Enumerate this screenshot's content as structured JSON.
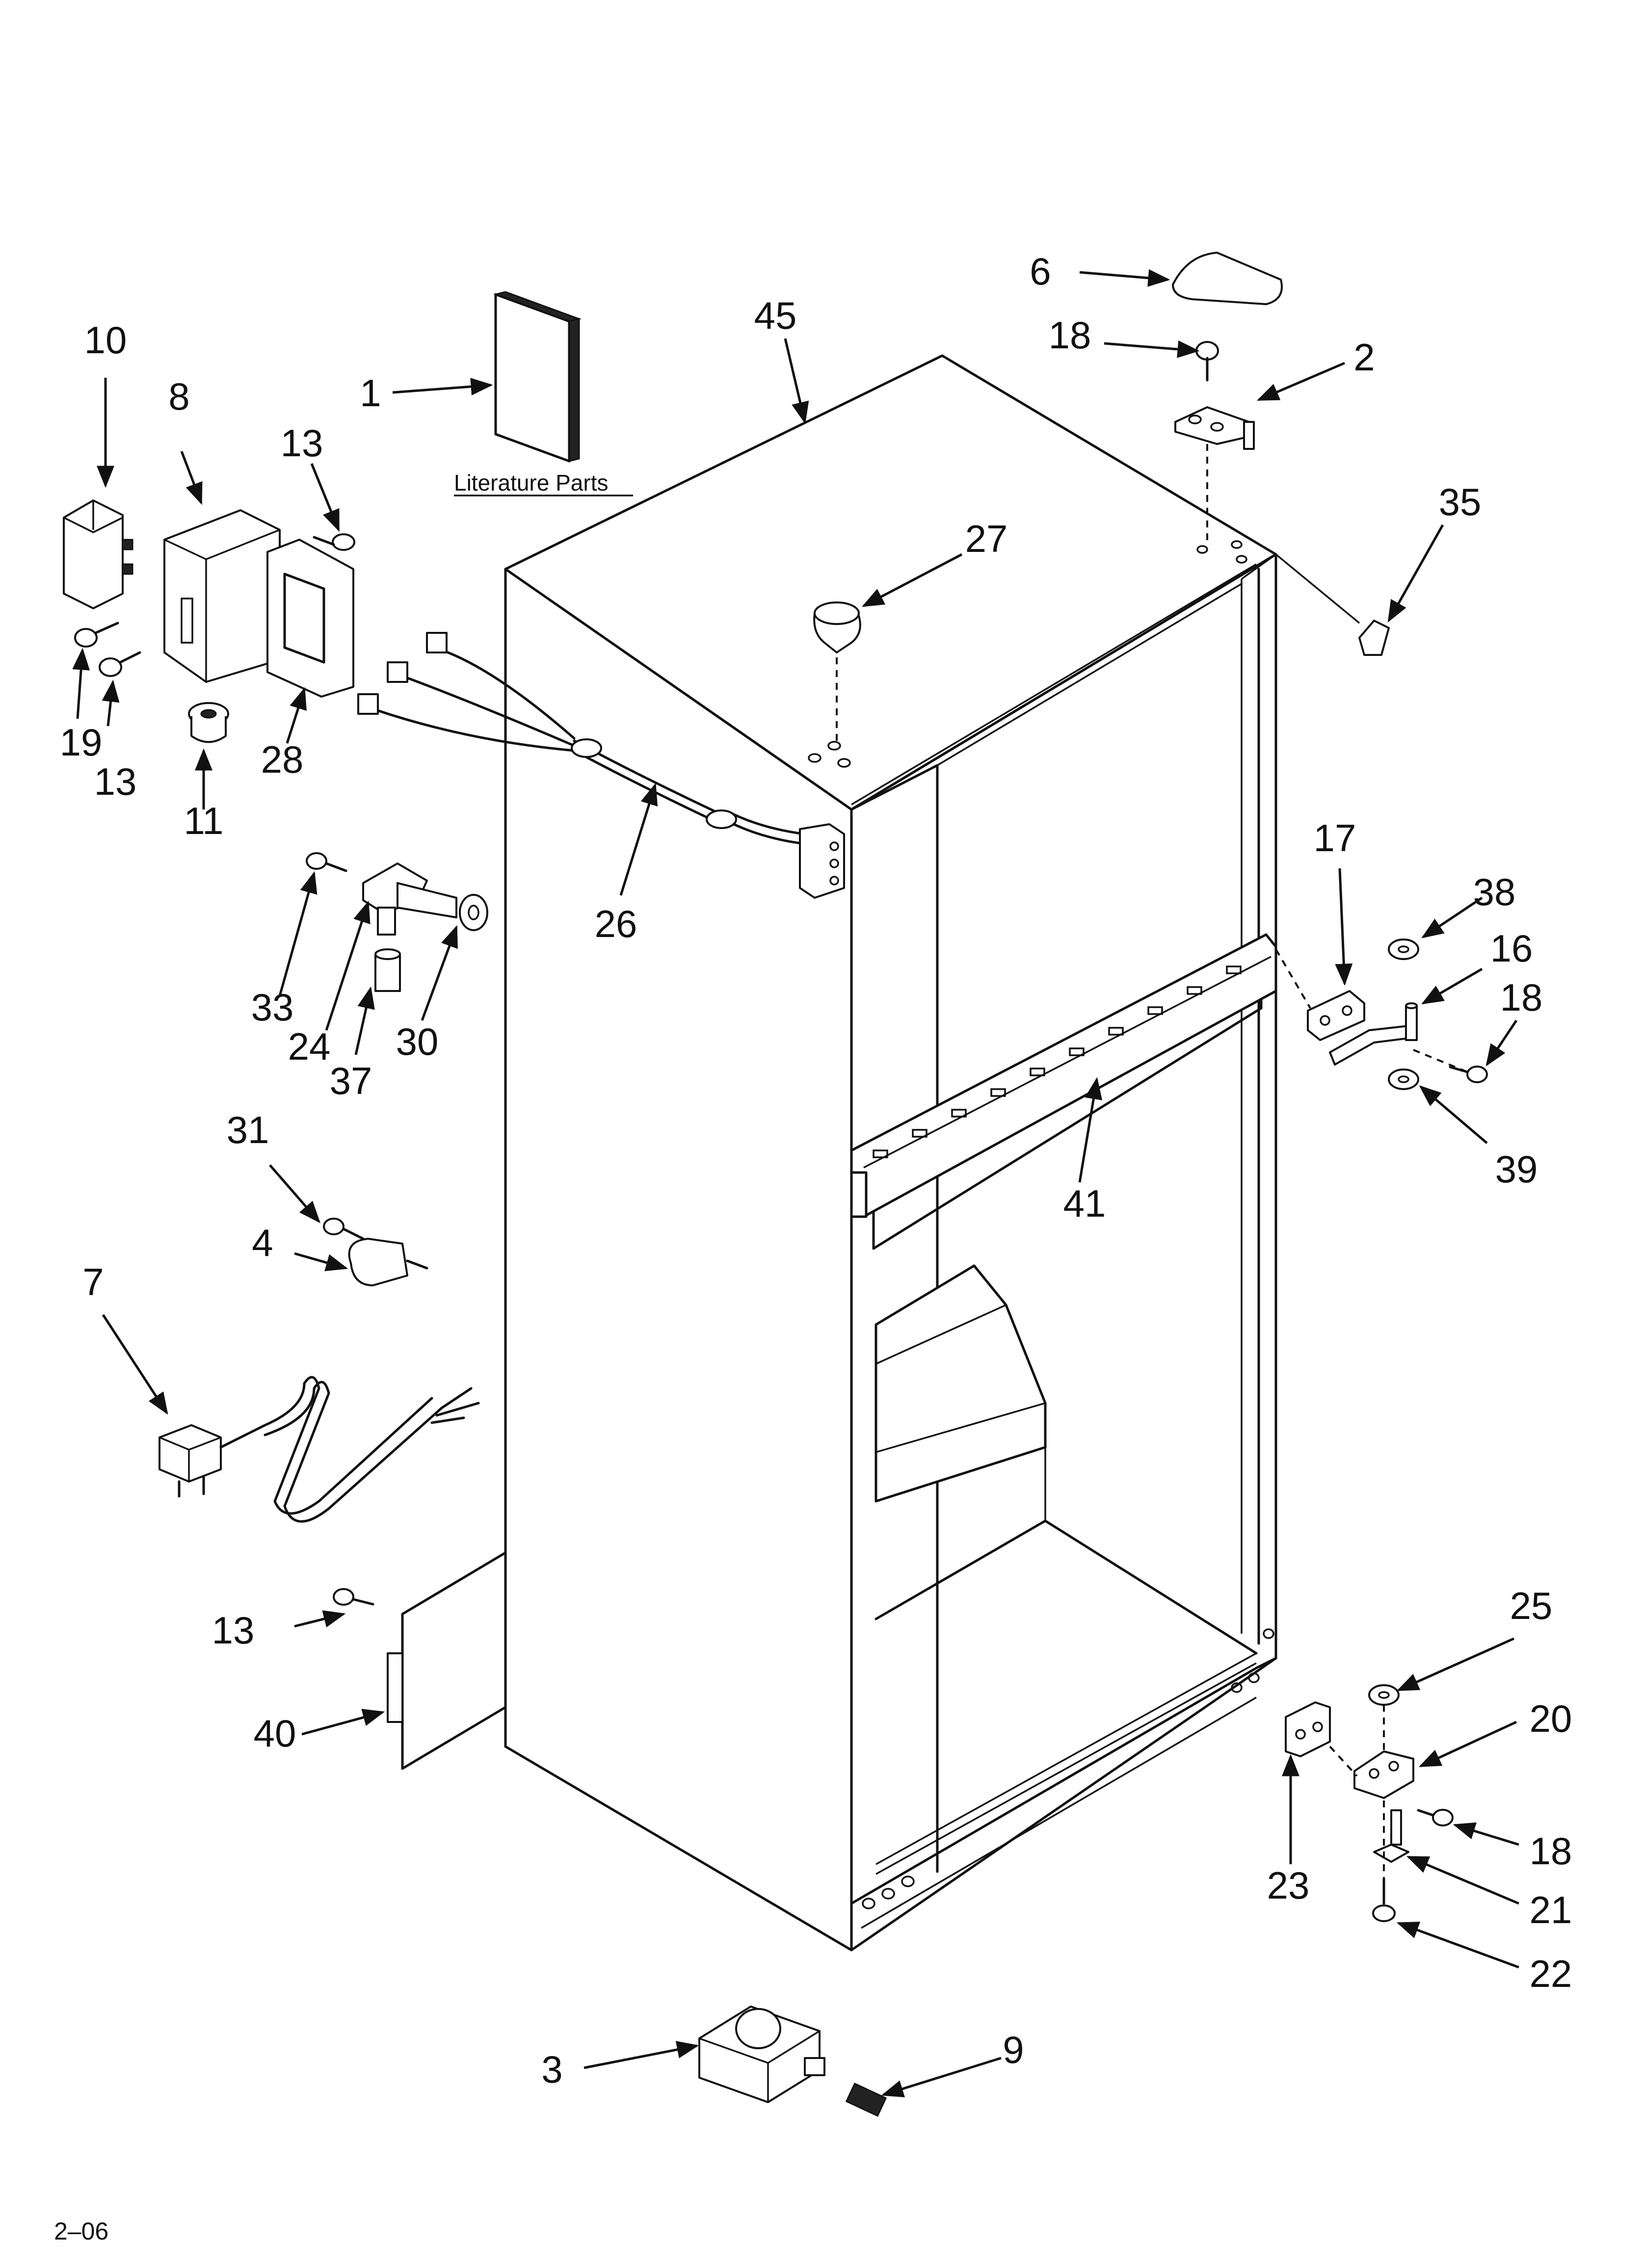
{
  "diagram": {
    "literature_caption": "Literature Parts",
    "footer_code": "2–06",
    "callouts": [
      {
        "id": "c1",
        "text": "1"
      },
      {
        "id": "c2",
        "text": "2"
      },
      {
        "id": "c3",
        "text": "3"
      },
      {
        "id": "c4",
        "text": "4"
      },
      {
        "id": "c6",
        "text": "6"
      },
      {
        "id": "c7",
        "text": "7"
      },
      {
        "id": "c8",
        "text": "8"
      },
      {
        "id": "c9",
        "text": "9"
      },
      {
        "id": "c10",
        "text": "10"
      },
      {
        "id": "c11",
        "text": "11"
      },
      {
        "id": "c13a",
        "text": "13"
      },
      {
        "id": "c13b",
        "text": "13"
      },
      {
        "id": "c13c",
        "text": "13"
      },
      {
        "id": "c16",
        "text": "16"
      },
      {
        "id": "c17",
        "text": "17"
      },
      {
        "id": "c18a",
        "text": "18"
      },
      {
        "id": "c18b",
        "text": "18"
      },
      {
        "id": "c18c",
        "text": "18"
      },
      {
        "id": "c19",
        "text": "19"
      },
      {
        "id": "c20",
        "text": "20"
      },
      {
        "id": "c21",
        "text": "21"
      },
      {
        "id": "c22",
        "text": "22"
      },
      {
        "id": "c23",
        "text": "23"
      },
      {
        "id": "c24",
        "text": "24"
      },
      {
        "id": "c25",
        "text": "25"
      },
      {
        "id": "c26",
        "text": "26"
      },
      {
        "id": "c27",
        "text": "27"
      },
      {
        "id": "c28",
        "text": "28"
      },
      {
        "id": "c30",
        "text": "30"
      },
      {
        "id": "c31",
        "text": "31"
      },
      {
        "id": "c33",
        "text": "33"
      },
      {
        "id": "c35",
        "text": "35"
      },
      {
        "id": "c37",
        "text": "37"
      },
      {
        "id": "c38",
        "text": "38"
      },
      {
        "id": "c39",
        "text": "39"
      },
      {
        "id": "c40",
        "text": "40"
      },
      {
        "id": "c41",
        "text": "41"
      },
      {
        "id": "c45",
        "text": "45"
      }
    ]
  }
}
